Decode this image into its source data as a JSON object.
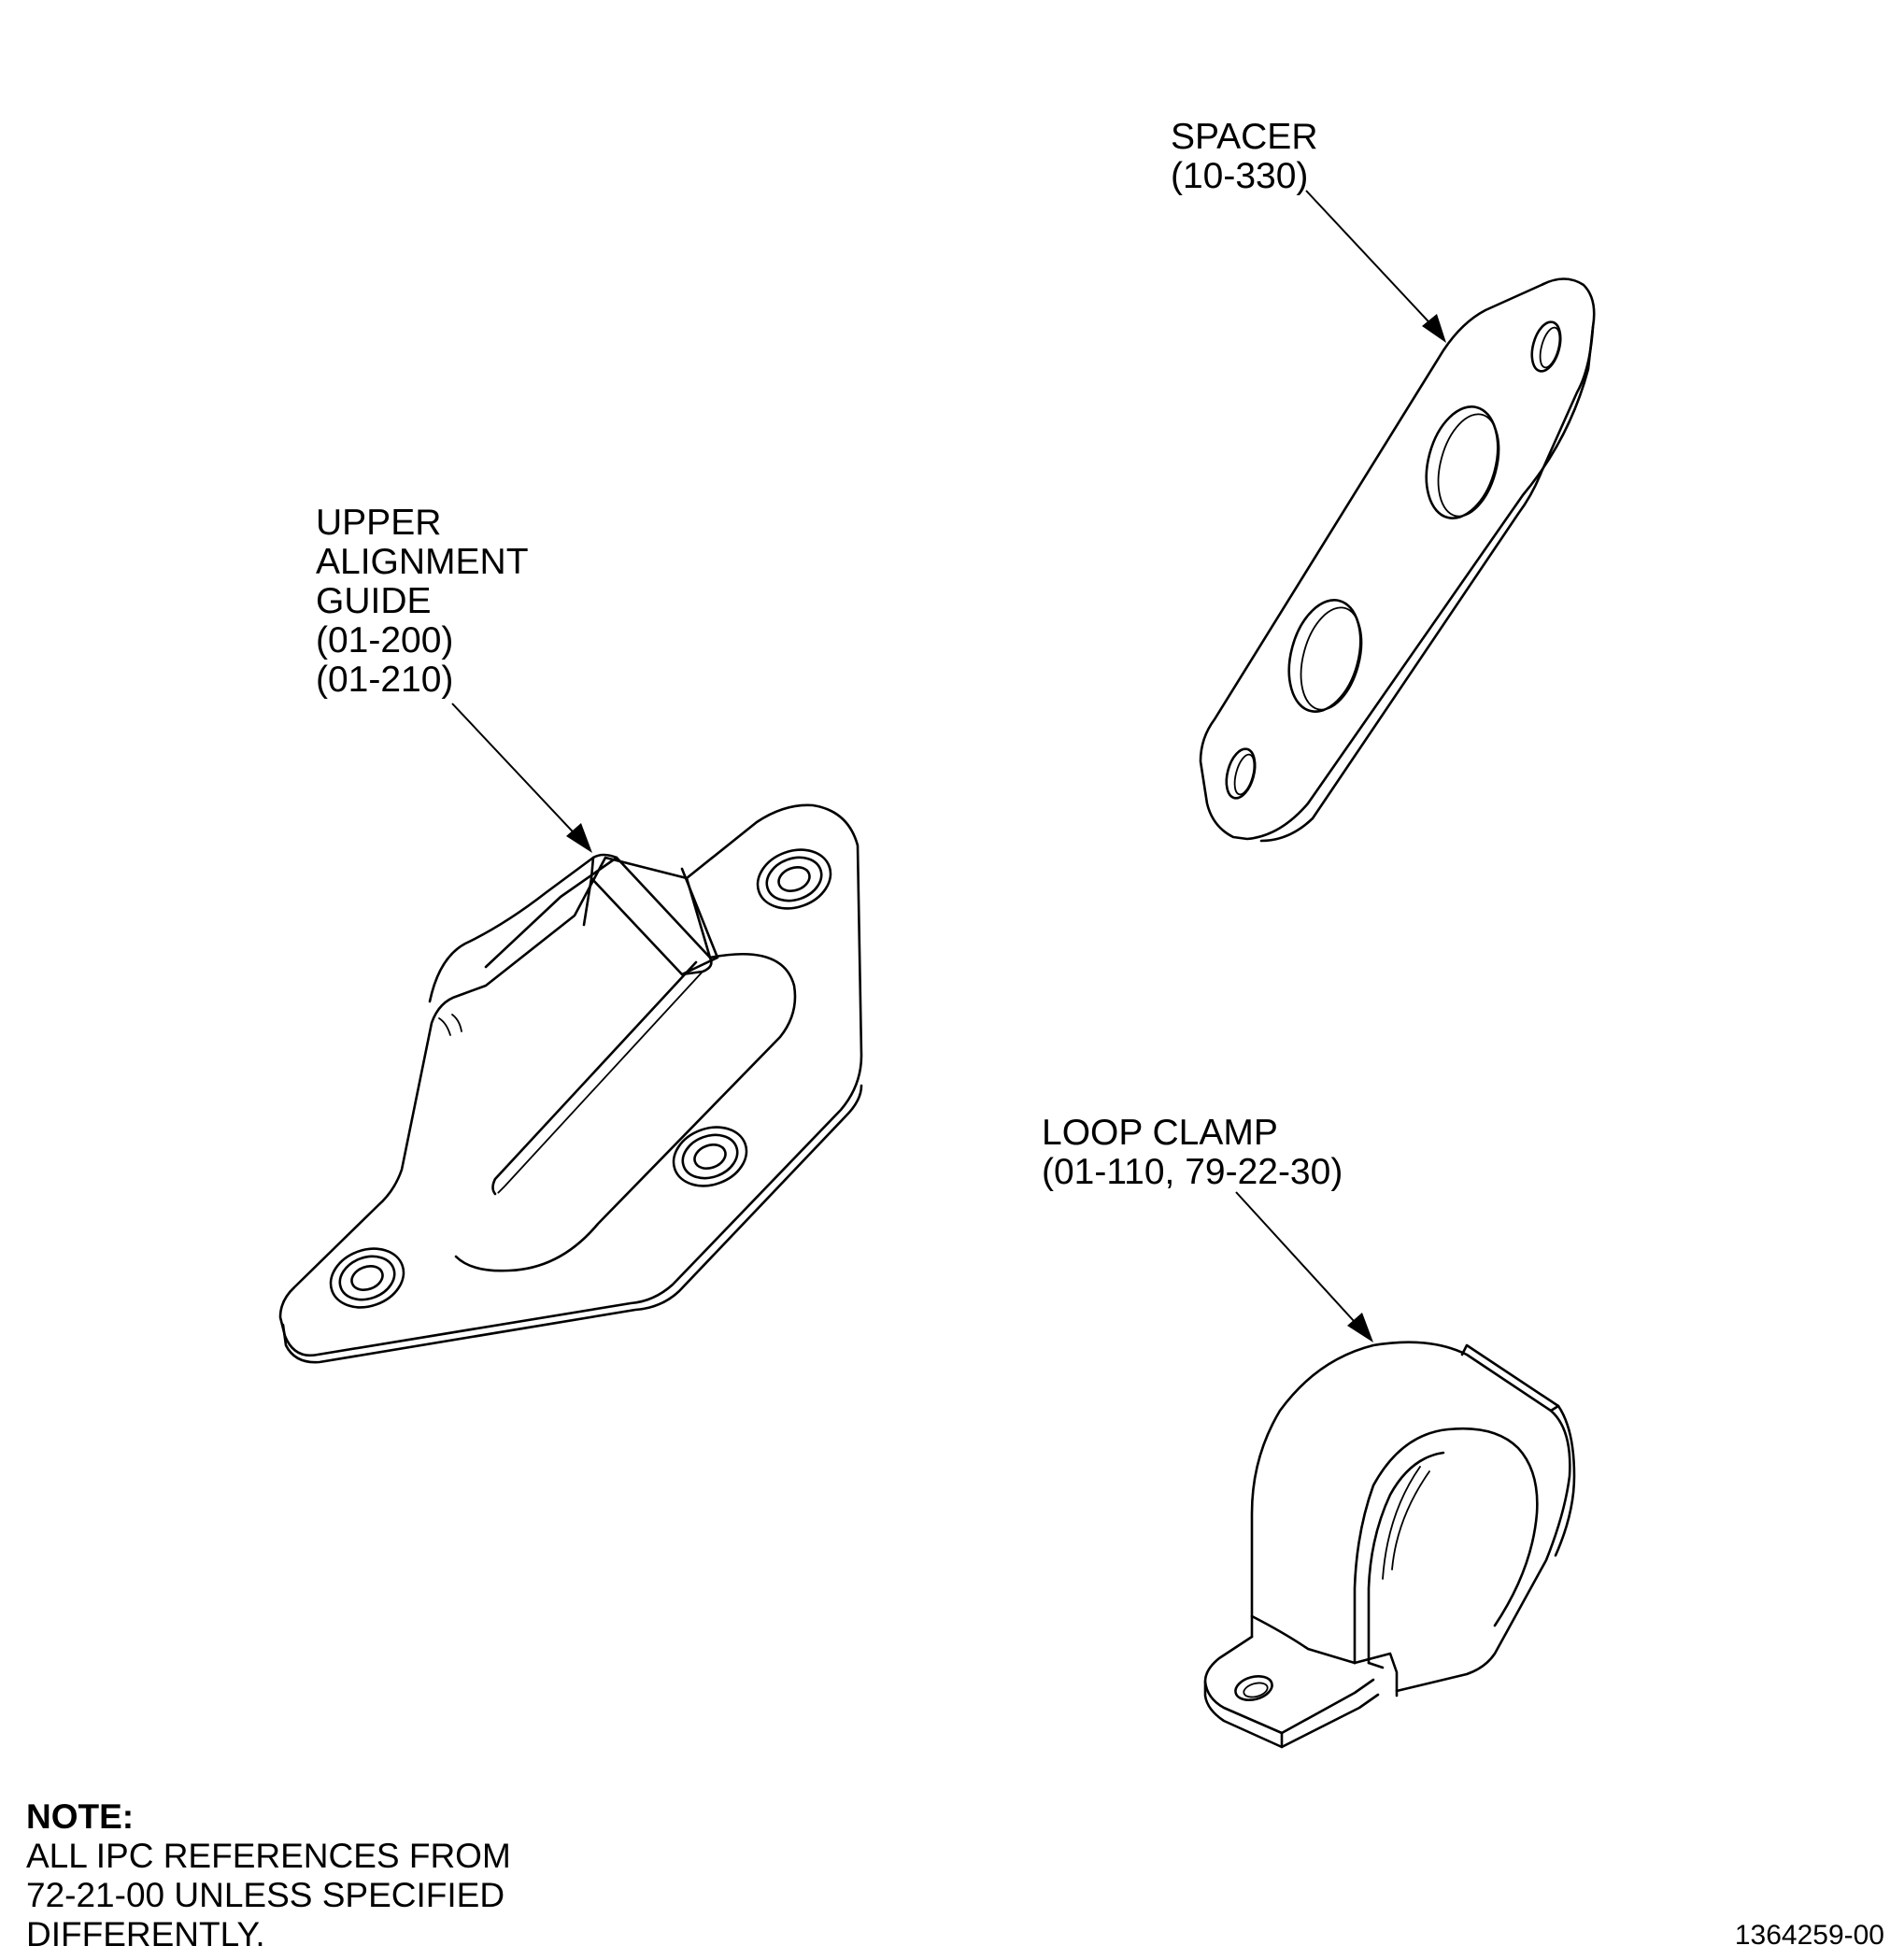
{
  "callouts": {
    "spacer": [
      "SPACER",
      "(10-330)"
    ],
    "upper_alignment_guide": [
      "UPPER",
      "ALIGNMENT",
      "GUIDE",
      "(01-200)",
      "(01-210)"
    ],
    "loop_clamp": [
      "LOOP CLAMP",
      "(01-110, 79-22-30)"
    ]
  },
  "note": {
    "title": "NOTE:",
    "lines": [
      "ALL IPC REFERENCES FROM",
      "72-21-00 UNLESS SPECIFIED",
      "DIFFERENTLY."
    ]
  },
  "drawing_number": "1364259-00"
}
